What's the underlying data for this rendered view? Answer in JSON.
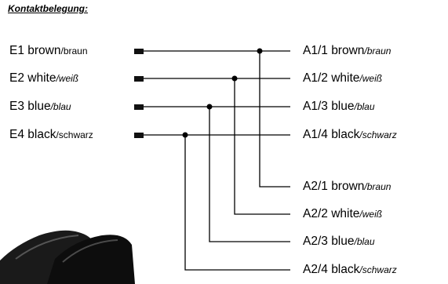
{
  "title": "Kontaktbelegung:",
  "inputs": [
    {
      "main": "E1 brown",
      "sub": "/braun",
      "sub_italic": false
    },
    {
      "main": "E2 white",
      "sub": "/weiß",
      "sub_italic": true
    },
    {
      "main": "E3 blue",
      "sub": "/blau",
      "sub_italic": true
    },
    {
      "main": "E4 black",
      "sub": "/schwarz",
      "sub_italic": false
    }
  ],
  "outputs_a1": [
    {
      "main": "A1/1 brown",
      "sub": "/braun",
      "sub_italic": true
    },
    {
      "main": "A1/2 white",
      "sub": "/weiß",
      "sub_italic": true
    },
    {
      "main": "A1/3 blue",
      "sub": "/blau",
      "sub_italic": true
    },
    {
      "main": "A1/4 black",
      "sub": "/schwarz",
      "sub_italic": true
    }
  ],
  "outputs_a2": [
    {
      "main": "A2/1 brown",
      "sub": "/braun",
      "sub_italic": true
    },
    {
      "main": "A2/2 white",
      "sub": "/weiß",
      "sub_italic": true
    },
    {
      "main": "A2/3 blue",
      "sub": "/blau",
      "sub_italic": true
    },
    {
      "main": "A2/4 black",
      "sub": "/schwarz",
      "sub_italic": true
    }
  ],
  "colors": {
    "line": "#000000",
    "connector": "#111111",
    "background": "#ffffff"
  }
}
